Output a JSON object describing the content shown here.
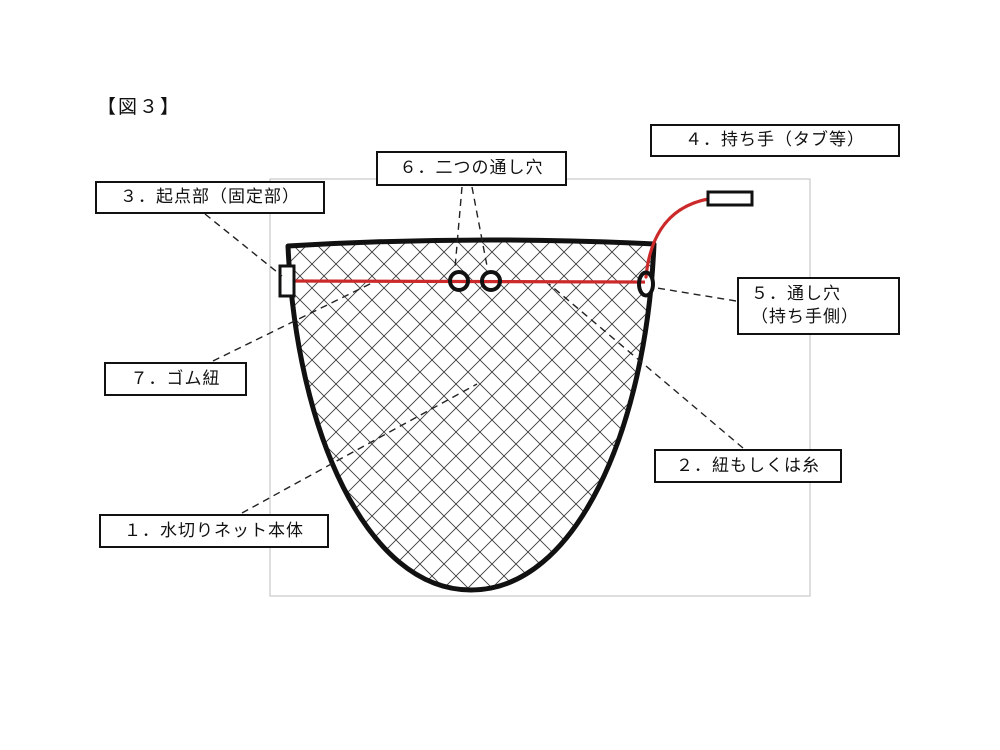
{
  "figure": {
    "title": "【図３】"
  },
  "labels": {
    "handle": "４．持ち手（タブ等）",
    "two_holes": "６．二つの通し穴",
    "origin": "３．起点部（固定部）",
    "hole_handle_line1": "５．通し穴",
    "hole_handle_line2": "（持ち手側）",
    "rubber_cord": "７．ゴム紐",
    "string": "２．紐もしくは糸",
    "net_body": "１．水切りネット本体"
  },
  "colors": {
    "cord": "#cc2a2a",
    "outline": "#111111",
    "frame": "#c9c9c9",
    "connector": "#222222"
  }
}
